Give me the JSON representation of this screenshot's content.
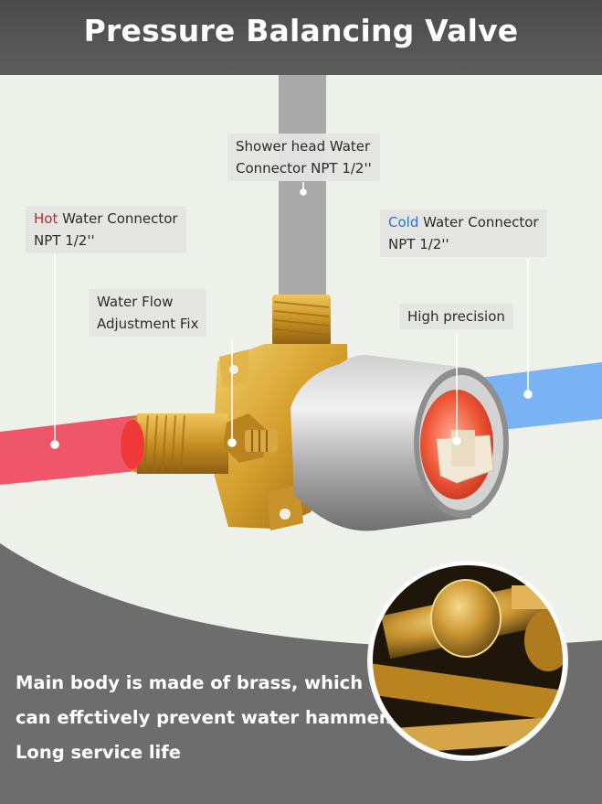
{
  "header": {
    "title": "Pressure Balancing Valve"
  },
  "labels": {
    "shower_head": {
      "line1": "Shower head Water",
      "line2": "Connector NPT 1/2''"
    },
    "hot": {
      "highlight": "Hot",
      "line1_rest": " Water Connector",
      "line2": "NPT 1/2''"
    },
    "cold": {
      "highlight": "Cold",
      "line1_rest": " Water Connector",
      "line2": "NPT 1/2''"
    },
    "flow_fix": {
      "line1": "Water Flow",
      "line2": "Adjustment Fix"
    },
    "precision": {
      "line1": "High precision"
    }
  },
  "caption": {
    "line1": "Main body is made of brass, which",
    "line2": "can effctively prevent water hammer.",
    "line3": "Long service life"
  },
  "colors": {
    "header_bg": "#555555",
    "background": "#eef1ea",
    "hot_pipe": "#f0566a",
    "cold_pipe": "#79b3f3",
    "center_pipe": "#a9a9a9",
    "brass": "#d4a12f",
    "hot_text": "#c0272d",
    "cold_text": "#2a72c8"
  }
}
